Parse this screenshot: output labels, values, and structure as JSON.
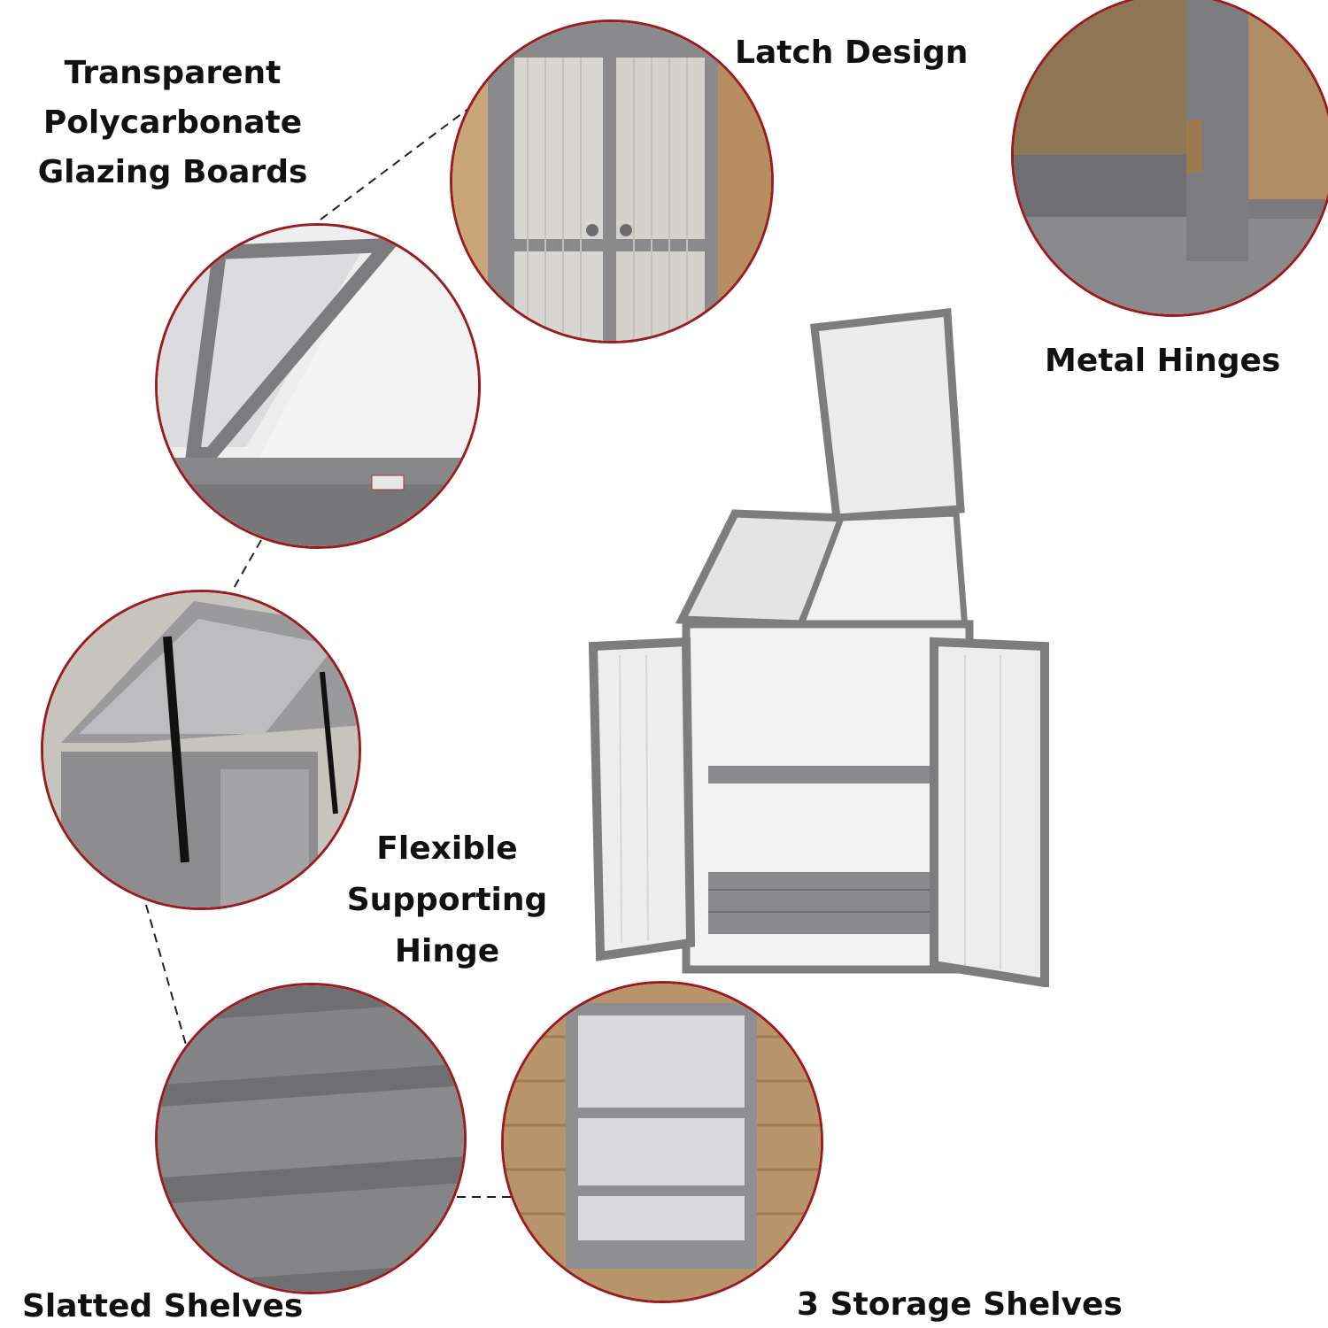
{
  "features": {
    "glazing": {
      "lines": [
        "Transparent",
        "Polycarbonate",
        "Glazing Boards"
      ]
    },
    "latch": {
      "label": "Latch Design"
    },
    "hinges": {
      "label": "Metal Hinges"
    },
    "support": {
      "lines": [
        "Flexible",
        "Supporting",
        "Hinge"
      ]
    },
    "slatted": {
      "label": "Slatted Shelves"
    },
    "storage": {
      "label": "3 Storage Shelves"
    }
  },
  "colors": {
    "circle_border": "#9b1c1f",
    "wood_grey": "#7d7d80",
    "panel": "#e9e9ea"
  }
}
